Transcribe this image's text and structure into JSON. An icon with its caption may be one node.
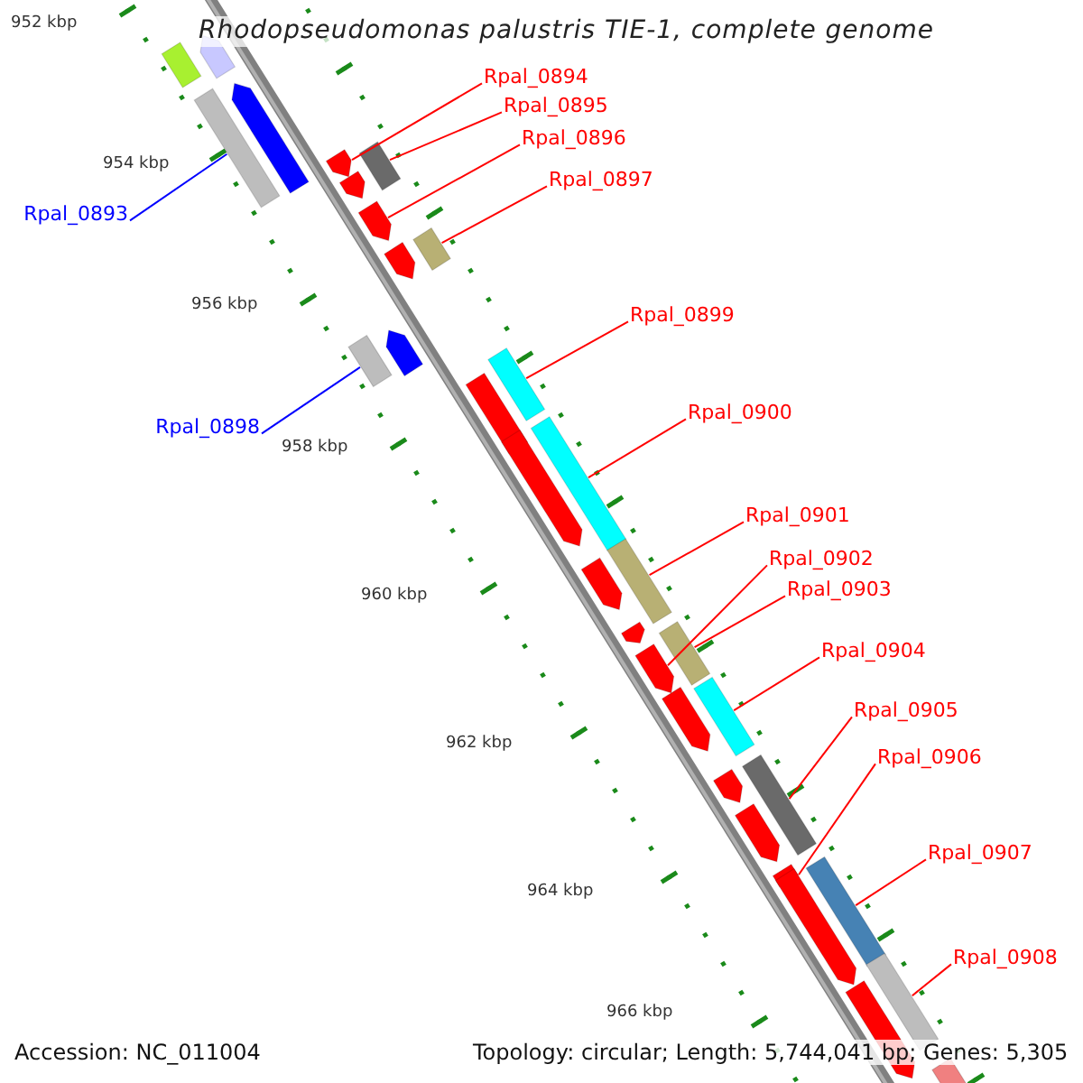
{
  "diagram": {
    "title": "Rhodopseudomonas palustris TIE-1, complete genome",
    "nodes": [
      {
        "text": [
          "Rpal_0893"
        ]
      },
      {
        "text": [
          "Rpal_0894"
        ]
      },
      {
        "text": [
          "Rpal_0895"
        ]
      },
      {
        "text": [
          "Rpal_0896"
        ]
      },
      {
        "text": [
          "Rpal_0897"
        ]
      },
      {
        "text": [
          "Rpal_0898"
        ]
      },
      {
        "text": [
          "Rpal_0899"
        ]
      },
      {
        "text": [
          "Rpal_0900"
        ]
      },
      {
        "text": [
          "Rpal_0901"
        ]
      },
      {
        "text": [
          "Rpal_0902"
        ]
      },
      {
        "text": [
          "Rpal_0903"
        ]
      },
      {
        "text": [
          "Rpal_0904"
        ]
      },
      {
        "text": [
          "Rpal_0905"
        ]
      },
      {
        "text": [
          "Rpal_0906"
        ]
      },
      {
        "text": [
          "Rpal_0907"
        ]
      },
      {
        "text": [
          "Rpal_0908"
        ]
      },
      {
        "text": [],
        "shape": "bar"
      },
      {
        "text": [],
        "shape": "arrow"
      },
      {
        "text": [],
        "shape": "bar"
      },
      {
        "text": [],
        "shape": "arrow"
      },
      {
        "text": [],
        "shape": "bar"
      },
      {
        "text": [],
        "shape": "bar"
      },
      {
        "text": [],
        "shape": "bar"
      },
      {
        "text": [],
        "shape": "bar"
      },
      {
        "text": [],
        "shape": "bar"
      },
      {
        "text": [],
        "shape": "arrow"
      },
      {
        "text": [],
        "shape": "bar"
      },
      {
        "text": [],
        "shape": "bar"
      },
      {
        "text": [],
        "shape": "bar"
      },
      {
        "text": [],
        "shape": "arrow"
      },
      {
        "text": [],
        "shape": "bar"
      },
      {
        "text": [],
        "shape": "bar"
      },
      {
        "text": [],
        "shape": "bar"
      },
      {
        "text": [],
        "shape": "arrow"
      },
      {
        "text": [],
        "shape": "arrow"
      },
      {
        "text": [],
        "shape": "arrow"
      },
      {
        "text": [],
        "shape": "arrow"
      },
      {
        "text": [],
        "shape": "arrow"
      },
      {
        "text": [],
        "shape": "arrow"
      },
      {
        "text": [],
        "shape": "arrow"
      },
      {
        "text": [],
        "shape": "arrow"
      },
      {
        "text": [],
        "shape": "arrow"
      },
      {
        "text": [],
        "shape": "arrow"
      },
      {
        "text": [],
        "shape": "arrow"
      },
      {
        "text": [],
        "shape": "arrow"
      },
      {
        "text": [],
        "shape": "arrow"
      },
      {
        "text": [],
        "shape": "arrow"
      },
      {
        "text": [],
        "shape": "bar"
      }
    ],
    "edges": [
      {
        "from": 0,
        "to": 16,
        "arrow": "none",
        "color": "#0000ff"
      },
      {
        "from": 1,
        "to": 17,
        "arrow": "none"
      },
      {
        "from": 2,
        "to": 18,
        "arrow": "none"
      },
      {
        "from": 3,
        "to": 19,
        "arrow": "none"
      },
      {
        "from": 4,
        "to": 20,
        "arrow": "none"
      },
      {
        "from": 5,
        "to": 21,
        "arrow": "none",
        "color": "#0000ff"
      },
      {
        "from": 6,
        "to": 22,
        "arrow": "none"
      },
      {
        "from": 7,
        "to": 23,
        "arrow": "none"
      },
      {
        "from": 8,
        "to": 24,
        "arrow": "none"
      },
      {
        "from": 9,
        "to": 25,
        "arrow": "none"
      },
      {
        "from": 10,
        "to": 26,
        "arrow": "none"
      },
      {
        "from": 11,
        "to": 27,
        "arrow": "none"
      },
      {
        "from": 12,
        "to": 28,
        "arrow": "none"
      },
      {
        "from": 13,
        "to": 29,
        "arrow": "none"
      },
      {
        "from": 14,
        "to": 30,
        "arrow": "none"
      },
      {
        "from": 15,
        "to": 31,
        "arrow": "none"
      }
    ],
    "labels": [
      "952 kbp",
      "954 kbp",
      "956 kbp",
      "958 kbp",
      "960 kbp",
      "962 kbp",
      "964 kbp",
      "966 kbp",
      "Accession: NC_011004",
      "Topology: circular; Length: 5,744,041 bp; Genes: 5,305"
    ]
  }
}
